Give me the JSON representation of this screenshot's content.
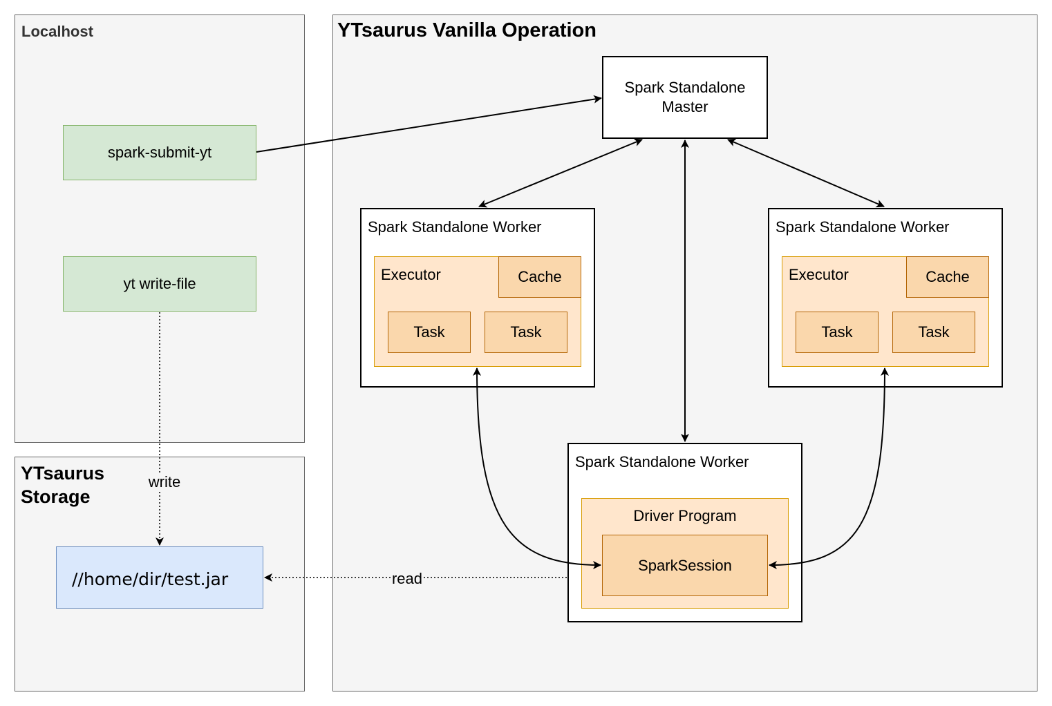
{
  "regions": {
    "localhost": {
      "title": "Localhost"
    },
    "storage": {
      "title_line1": "YTsaurus",
      "title_line2": "Storage"
    },
    "vanilla": {
      "title": "YTsaurus Vanilla Operation"
    }
  },
  "nodes": {
    "spark_submit": "spark-submit-yt",
    "yt_write_file": "yt write-file",
    "jar_path": "//home/dir/test.jar",
    "master_line1": "Spark Standalone",
    "master_line2": "Master",
    "worker_left": {
      "title": "Spark Standalone Worker",
      "executor": "Executor",
      "cache": "Cache",
      "task1": "Task",
      "task2": "Task"
    },
    "worker_right": {
      "title": "Spark Standalone Worker",
      "executor": "Executor",
      "cache": "Cache",
      "task1": "Task",
      "task2": "Task"
    },
    "worker_driver": {
      "title": "Spark Standalone Worker",
      "driver": "Driver Program",
      "session": "SparkSession"
    }
  },
  "edges": {
    "write_label": "write",
    "read_label": "read"
  }
}
